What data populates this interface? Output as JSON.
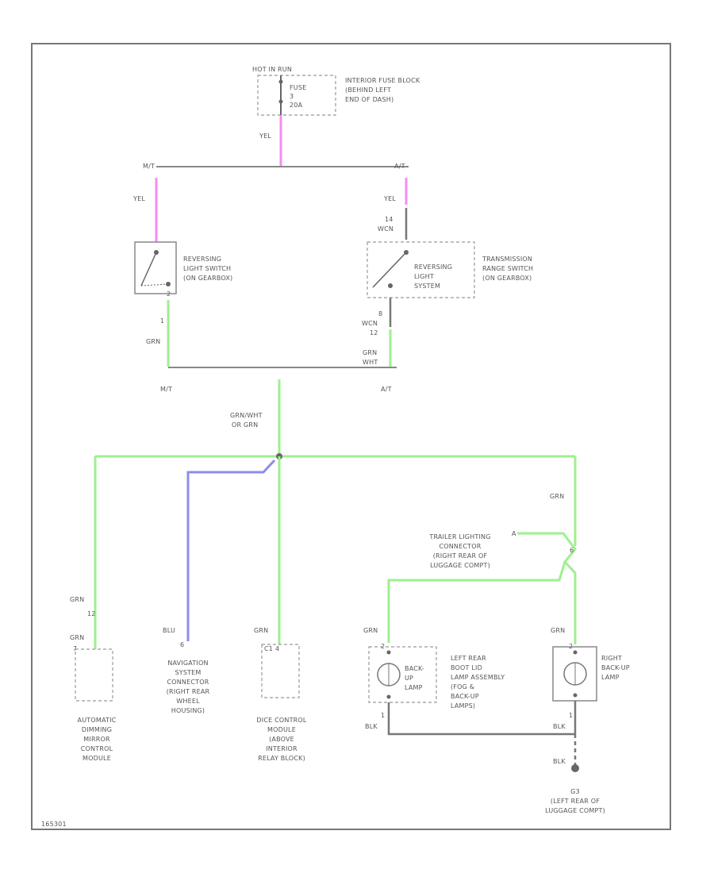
{
  "fuse_block": {
    "supply": "HOT IN RUN",
    "fuse": [
      "FUSE",
      "3",
      "20A"
    ],
    "location": [
      "INTERIOR FUSE BLOCK",
      "(BEHIND LEFT",
      "END OF DASH)"
    ],
    "wire": "YEL"
  },
  "trans_labels": {
    "mt_top": "M/T",
    "at_top": "A/T",
    "mt_bottom": "M/T",
    "at_bottom": "A/T"
  },
  "mt_switch": {
    "wire_in": "YEL",
    "name": [
      "REVERSING",
      "LIGHT SWITCH",
      "(ON GEARBOX)"
    ],
    "pin_in": "1",
    "pin_out": "2",
    "wire_out": "GRN"
  },
  "at_switch": {
    "wire_in": "YEL",
    "pin_in": "14",
    "conn_in": "WCN",
    "name": [
      "REVERSING",
      "LIGHT",
      "SYSTEM"
    ],
    "location": [
      "TRANSMISSION",
      "RANGE SWITCH",
      "(ON GEARBOX)"
    ],
    "pin_out": "8",
    "conn_out": "WCN",
    "conn_out_num": "12",
    "wire_out": [
      "GRN",
      "WHT"
    ]
  },
  "main_wire": [
    "GRN/WHT",
    "OR GRN"
  ],
  "mirror": {
    "wire": "GRN",
    "pin": "12",
    "wire2": "GRN",
    "pin2": "7",
    "name": [
      "AUTOMATIC",
      "DIMMING",
      "MIRROR",
      "CONTROL",
      "MODULE"
    ]
  },
  "nav": {
    "wire": "BLU",
    "pin": "6",
    "name": [
      "NAVIGATION",
      "SYSTEM",
      "CONNECTOR",
      "(RIGHT REAR",
      "WHEEL",
      "HOUSING)"
    ]
  },
  "dice": {
    "wire": "GRN",
    "pin": "C1",
    "pin_num": "4",
    "name": [
      "DICE CONTROL",
      "MODULE",
      "(ABOVE",
      "INTERIOR",
      "RELAY BLOCK)"
    ]
  },
  "trailer": {
    "wire": "GRN",
    "pin": "A",
    "pin2": "6",
    "name": [
      "TRAILER LIGHTING",
      "CONNECTOR",
      "(RIGHT REAR OF",
      "LUGGAGE COMPT)"
    ]
  },
  "left_lamp": {
    "wire": "GRN",
    "pin_in": "2",
    "pin_out": "1",
    "ground_wire": "BLK",
    "lamp": [
      "BACK-",
      "UP",
      "LAMP"
    ],
    "name": [
      "LEFT REAR",
      "BOOT LID",
      "LAMP ASSEMBLY",
      "(FOG &",
      "BACK-UP",
      "LAMPS)"
    ]
  },
  "right_lamp": {
    "wire": "GRN",
    "pin_in": "2",
    "pin_out": "1",
    "ground_wire": "BLK",
    "name": [
      "RIGHT",
      "BACK-UP",
      "LAMP"
    ]
  },
  "ground": {
    "wire": "BLK",
    "id": "G3",
    "location": [
      "(LEFT REAR OF",
      "LUGGAGE COMPT)"
    ]
  },
  "footer_code": "165301"
}
